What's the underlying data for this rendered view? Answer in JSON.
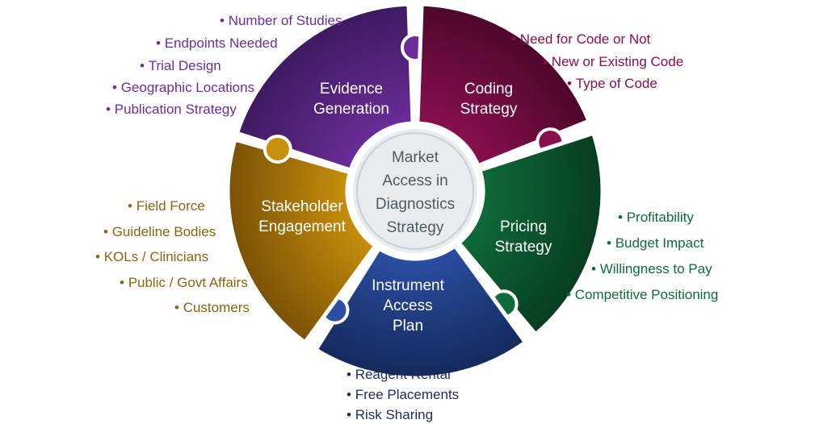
{
  "center": {
    "lines": [
      "Market",
      "Access in",
      "Diagnostics",
      "Strategy"
    ]
  },
  "segments": [
    {
      "id": "evidence",
      "label_lines": [
        "Evidence",
        "Generation"
      ],
      "color": "#6a2d99",
      "color_dark": "#3e1a60",
      "bullets": [
        "Number of Studies",
        "Endpoints Needed",
        "Trial Design",
        "Geographic Locations",
        "Publication Strategy"
      ]
    },
    {
      "id": "coding",
      "label_lines": [
        "Coding",
        "Strategy"
      ],
      "color": "#8a0f4f",
      "color_dark": "#4e072b",
      "bullets": [
        "Need for Code or Not",
        "New or Existing Code",
        "Type of Code"
      ]
    },
    {
      "id": "pricing",
      "label_lines": [
        "Pricing",
        "Strategy"
      ],
      "color": "#0f6b3a",
      "color_dark": "#073d20",
      "bullets": [
        "Profitability",
        "Budget Impact",
        "Willingness to Pay",
        "Competitive Positioning"
      ]
    },
    {
      "id": "instrument",
      "label_lines": [
        "Instrument",
        "Access",
        "Plan"
      ],
      "color": "#2a4fa3",
      "color_dark": "#15295c",
      "bullets": [
        "Reagent Rental",
        "Free Placements",
        "Risk Sharing"
      ]
    },
    {
      "id": "stakeholder",
      "label_lines": [
        "Stakeholder",
        "Engagement"
      ],
      "color": "#c8900c",
      "color_dark": "#7a5206",
      "bullets": [
        "Field Force",
        "Guideline Bodies",
        "KOLs / Clinicians",
        "Public / Govt Affairs",
        "Customers"
      ]
    }
  ],
  "text_colors": {
    "evidence": "#6a2d99",
    "coding": "#8a0f4f",
    "pricing": "#0f6b3a",
    "instrument": "#1d2b5e",
    "stakeholder": "#8a6410"
  }
}
